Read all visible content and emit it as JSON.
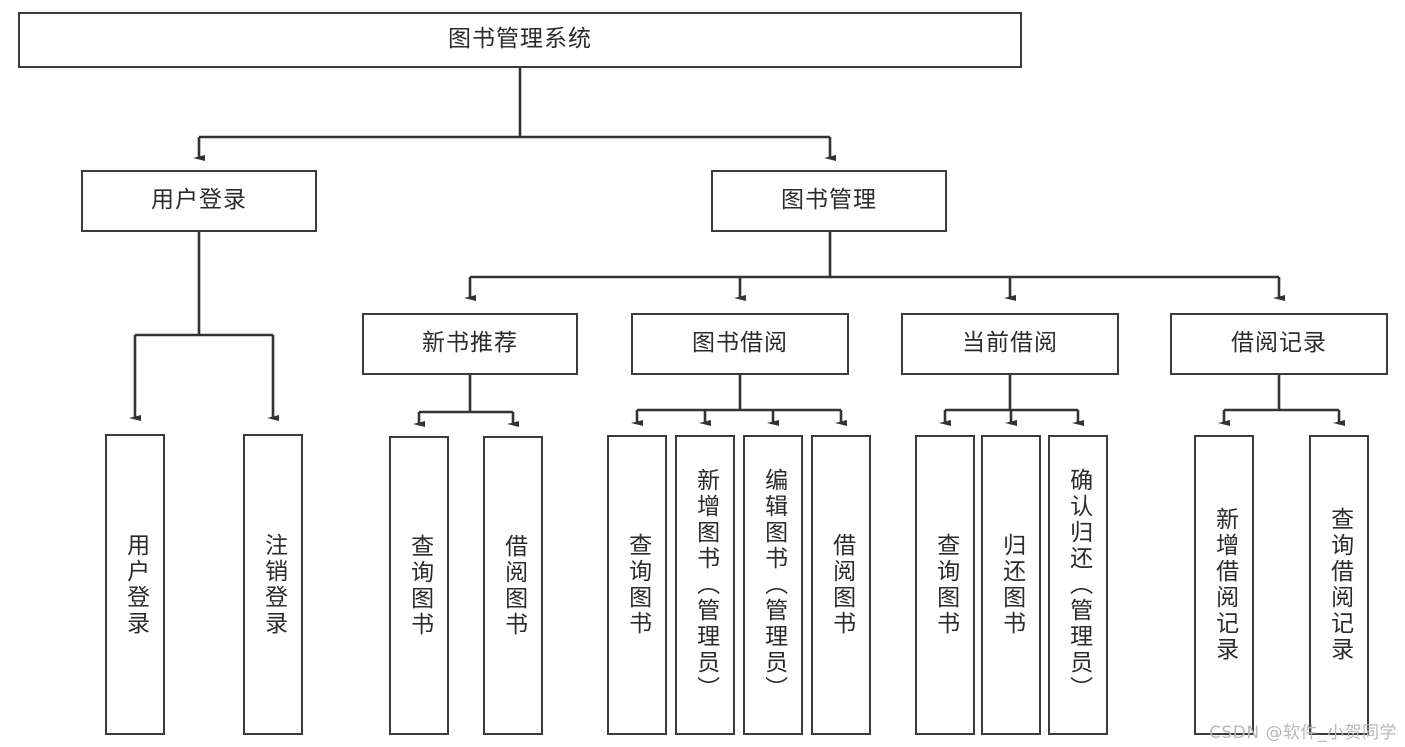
{
  "diagram": {
    "title": "图书管理系统",
    "type": "tree-hierarchy",
    "root": {
      "label": "图书管理系统"
    },
    "level2": [
      {
        "label": "用户登录"
      },
      {
        "label": "图书管理"
      }
    ],
    "level3": [
      {
        "label": "新书推荐"
      },
      {
        "label": "图书借阅"
      },
      {
        "label": "当前借阅"
      },
      {
        "label": "借阅记录"
      }
    ],
    "leaves": {
      "user_login": [
        {
          "label": "用户登录"
        },
        {
          "label": "注销登录"
        }
      ],
      "new_book_recommend": [
        {
          "label": "查询图书"
        },
        {
          "label": "借阅图书"
        }
      ],
      "book_borrow": [
        {
          "label": "查询图书"
        },
        {
          "label": "新增图书（管理员）"
        },
        {
          "label": "编辑图书（管理员）"
        },
        {
          "label": "借阅图书"
        }
      ],
      "current_borrow": [
        {
          "label": "查询图书"
        },
        {
          "label": "归还图书"
        },
        {
          "label": "确认归还（管理员）"
        }
      ],
      "borrow_record": [
        {
          "label": "新增借阅记录"
        },
        {
          "label": "查询借阅记录"
        }
      ]
    }
  },
  "watermark": {
    "text": "CSDN @软件_小贺同学"
  },
  "colors": {
    "box_border": "#3b3b3b",
    "edge": "#333333",
    "text": "#2b2b2b",
    "background": "#ffffff",
    "watermark": "#b9b9b9"
  }
}
